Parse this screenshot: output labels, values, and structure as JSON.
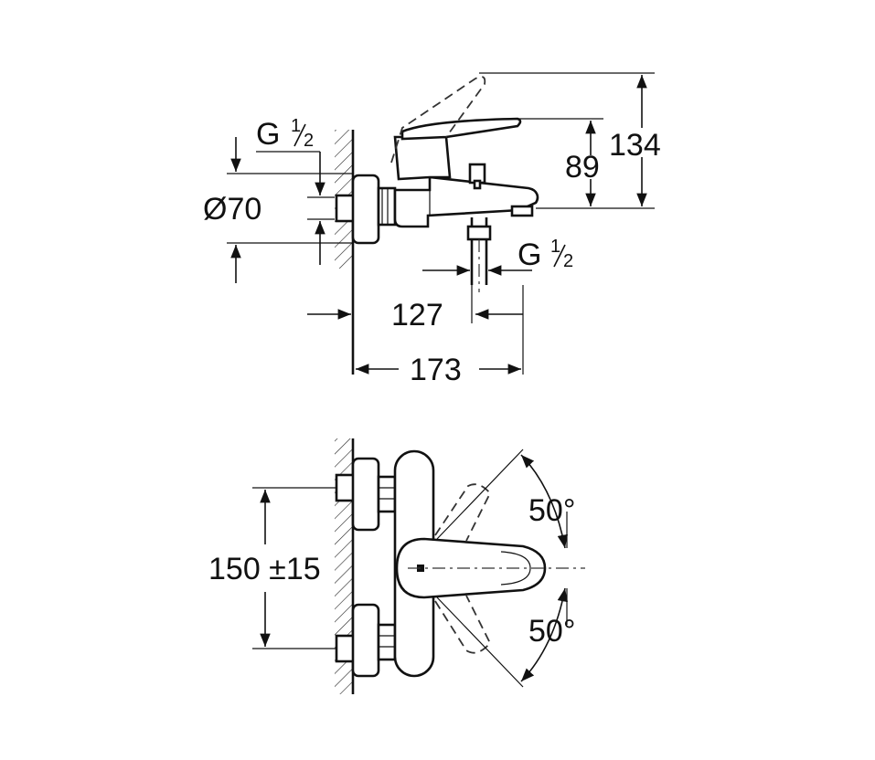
{
  "side_view": {
    "thread_left": {
      "base": "G",
      "num": "1",
      "den": "2"
    },
    "diameter": "Ø70",
    "height_89": "89",
    "height_134": "134",
    "thread_right": {
      "base": "G",
      "num": "1",
      "den": "2"
    },
    "depth_127": "127",
    "depth_173": "173"
  },
  "front_view": {
    "spacing": "150 ±15",
    "angle_up": "50°",
    "angle_down": "50°"
  }
}
